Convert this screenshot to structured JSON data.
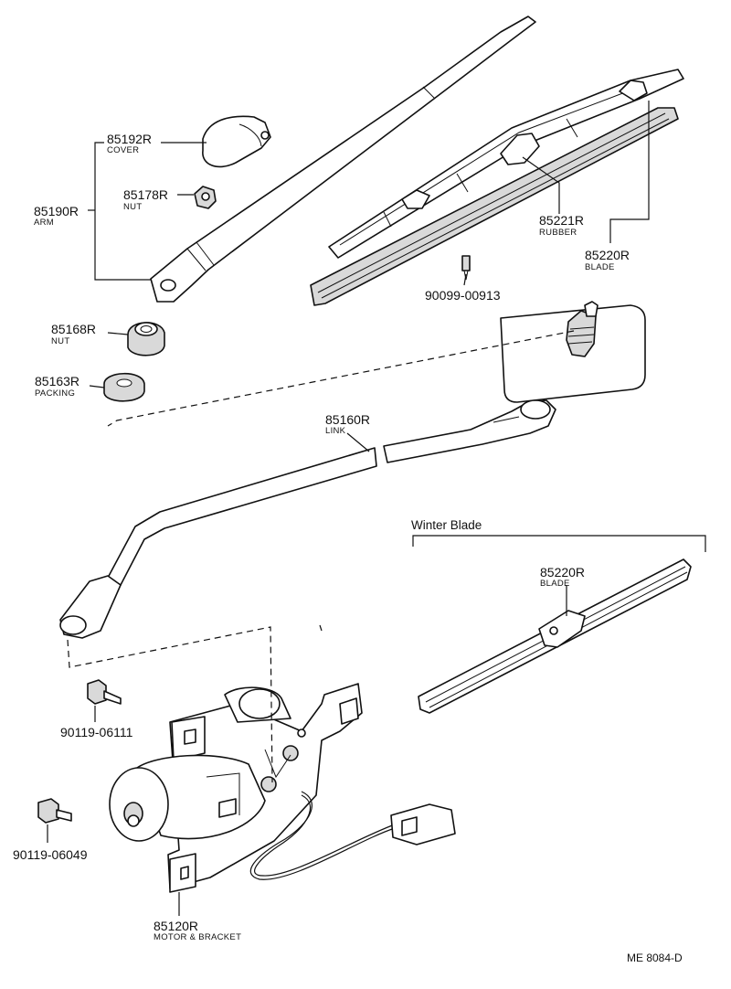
{
  "parts": {
    "p85192r": {
      "number": "85192R",
      "name": "COVER"
    },
    "p85178r": {
      "number": "85178R",
      "name": "NUT"
    },
    "p85190r": {
      "number": "85190R",
      "name": "ARM"
    },
    "p85168r": {
      "number": "85168R",
      "name": "NUT"
    },
    "p85163r": {
      "number": "85163R",
      "name": "PACKING"
    },
    "p85221r": {
      "number": "85221R",
      "name": "RUBBER"
    },
    "p85220r": {
      "number": "85220R",
      "name": "BLADE"
    },
    "p90099": {
      "number": "90099-00913"
    },
    "p85160r": {
      "number": "85160R",
      "name": "LINK"
    },
    "winter_blade": {
      "number": "85220R",
      "name": "BLADE"
    },
    "p90119a": {
      "number": "90119-06111"
    },
    "p90119b": {
      "number": "90119-06049"
    },
    "p85120r": {
      "number": "85120R",
      "name": "MOTOR & BRACKET"
    }
  },
  "winter_title": "Winter Blade",
  "diagram_code": "ME 8084-D"
}
